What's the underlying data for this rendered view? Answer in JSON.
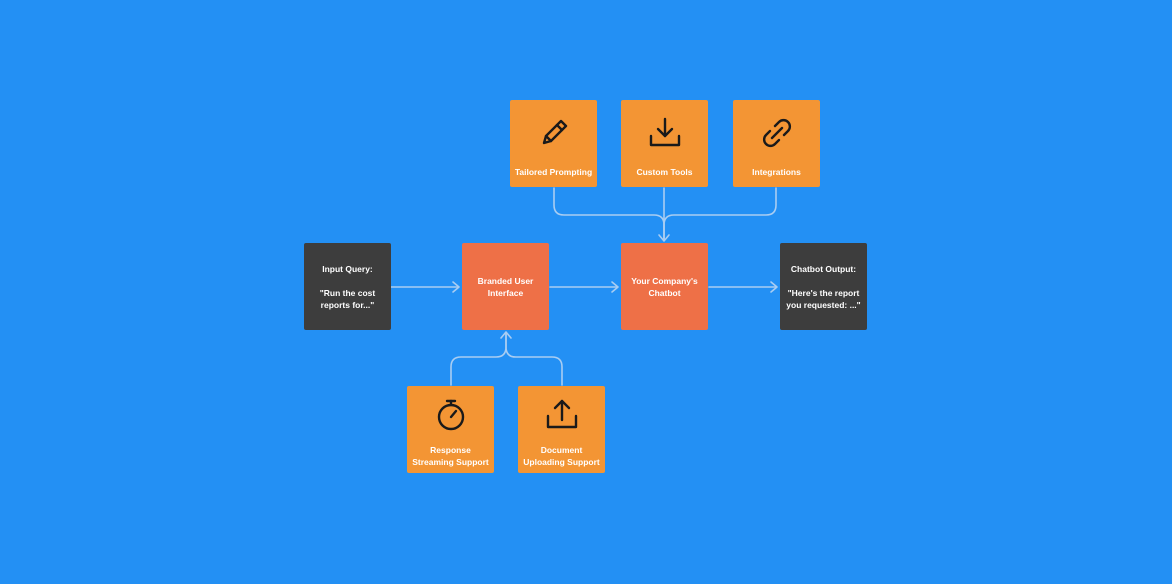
{
  "features_top": [
    {
      "label": "Tailored Prompting",
      "icon": "pencil-icon"
    },
    {
      "label": "Custom Tools",
      "icon": "download-icon"
    },
    {
      "label": "Integrations",
      "icon": "link-icon"
    }
  ],
  "features_bottom": [
    {
      "label": "Response\nStreaming Support",
      "icon": "stopwatch-icon"
    },
    {
      "label": "Document\nUploading Support",
      "icon": "upload-icon"
    }
  ],
  "input": {
    "title": "Input Query:",
    "text": "\"Run the cost\nreports for...\""
  },
  "interface": {
    "label": "Branded User\nInterface"
  },
  "chatbot": {
    "label": "Your Company's\nChatbot"
  },
  "output": {
    "title": "Chatbot Output:",
    "text": "\"Here's the report\nyou requested: ...\""
  },
  "colors": {
    "background": "#2390f4",
    "feature": "#f39534",
    "core": "#ee7047",
    "io": "#3d3d3d",
    "connector": "#a9cdf2"
  }
}
